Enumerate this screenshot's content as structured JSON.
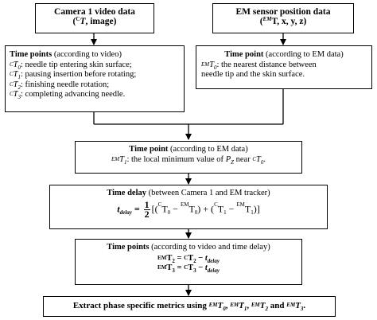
{
  "box_cam": {
    "title": "Camera 1 video data",
    "sub_sup": "C",
    "sub_t": "T",
    "sub_rest": ", image)"
  },
  "box_em": {
    "title": "EM sensor position data",
    "sup": "EM",
    "rest": "T, x, y, z)"
  },
  "box_tp_video": {
    "head_bold": "Time points",
    "head_rest": " (according to video)",
    "items": [
      ": needle tip entering skin surface;",
      ": pausing insertion before rotating;",
      ": finishing needle rotation;",
      ": completing advancing needle."
    ],
    "subs": [
      "0",
      "1",
      "2",
      "3"
    ]
  },
  "box_tp_em": {
    "head_bold": "Time point",
    "head_rest": " (according to EM data)",
    "line1_rest": ": the nearest distance between",
    "line2": "needle tip and the skin surface."
  },
  "box_tp_em1": {
    "head_bold": "Time point",
    "head_rest": " (according to EM data)",
    "line_rest": ": the local minimum value of ",
    "pz": "P",
    "pz_sub": "Z",
    "near": " near "
  },
  "box_delay": {
    "head_bold": "Time delay",
    "head_rest": " (between Camera 1 and EM tracker)",
    "t": "t",
    "delay_sub": "delay",
    "eq": " = ",
    "num": "1",
    "den": "2",
    "formula": "[(",
    "formula2": " − ",
    "formula3": ") + (",
    "formula4": " − ",
    "formula5": ")]"
  },
  "box_tp_final": {
    "head_bold": "Time points",
    "head_rest": " (according to video and time delay)",
    "eq": " = ",
    "minus": " − "
  },
  "box_extract": {
    "text1": "Extract phase specific metrics using ",
    "and": " and "
  }
}
